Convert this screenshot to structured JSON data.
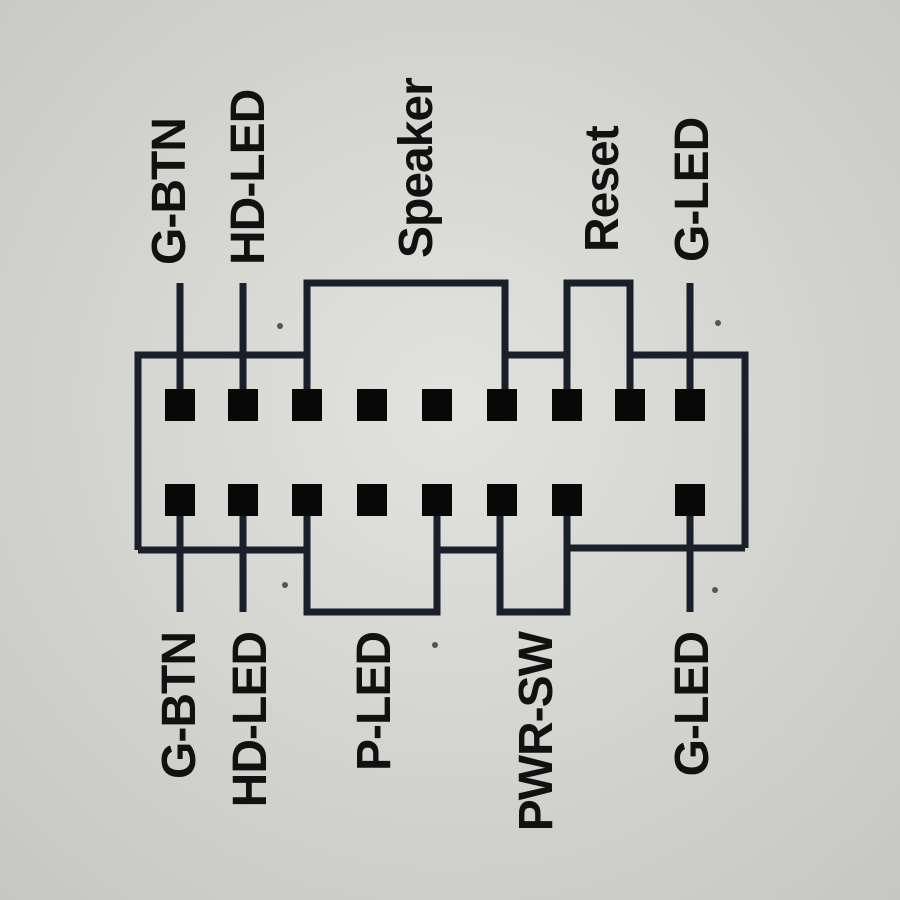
{
  "diagram": {
    "title": "Front panel header pinout",
    "top_labels": [
      "G-BTN",
      "HD-LED",
      "Speaker",
      "Reset",
      "G-LED"
    ],
    "bottom_labels": [
      "G-BTN",
      "HD-LED",
      "P-LED",
      "PWR-SW",
      "G-LED"
    ],
    "top_row_pins": [
      true,
      true,
      true,
      true,
      true,
      true,
      true,
      true,
      true
    ],
    "bottom_row_pins": [
      true,
      true,
      true,
      true,
      true,
      true,
      true,
      false,
      true
    ],
    "colors": {
      "background": "#d6d6d2",
      "ink": "#111111"
    }
  }
}
